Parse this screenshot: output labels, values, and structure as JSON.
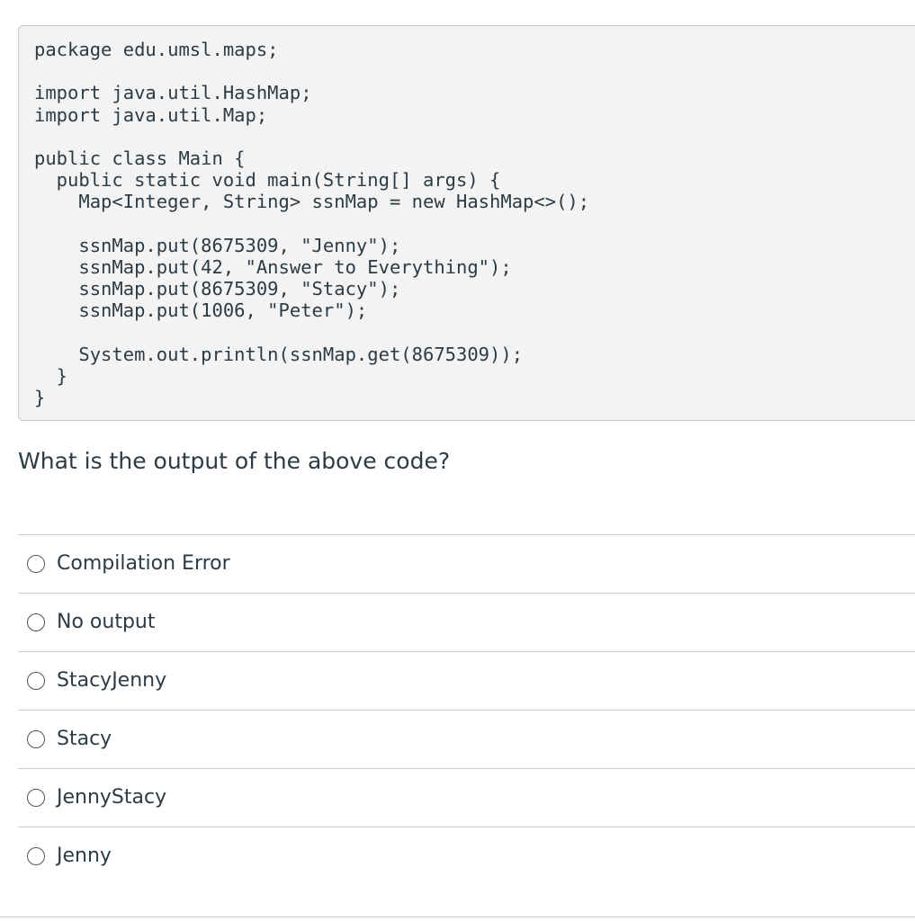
{
  "code": {
    "lines": [
      "package edu.umsl.maps;",
      "",
      "import java.util.HashMap;",
      "import java.util.Map;",
      "",
      "public class Main {",
      "  public static void main(String[] args) {",
      "    Map<Integer, String> ssnMap = new HashMap<>();",
      "",
      "    ssnMap.put(8675309, \"Jenny\");",
      "    ssnMap.put(42, \"Answer to Everything\");",
      "    ssnMap.put(8675309, \"Stacy\");",
      "    ssnMap.put(1006, \"Peter\");",
      "",
      "    System.out.println(ssnMap.get(8675309));",
      "  }",
      "}"
    ]
  },
  "question": {
    "text": "What is the output of the above code?"
  },
  "answers": [
    {
      "label": "Compilation Error"
    },
    {
      "label": "No output"
    },
    {
      "label": "StacyJenny"
    },
    {
      "label": "Stacy"
    },
    {
      "label": "JennyStacy"
    },
    {
      "label": "Jenny"
    }
  ]
}
